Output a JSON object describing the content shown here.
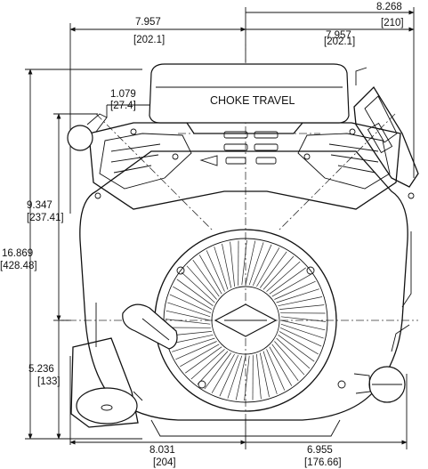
{
  "drawing": {
    "label_choke": "CHOKE TRAVEL",
    "dims": {
      "top_left_in": "7.957",
      "top_left_mm": "[202.1]",
      "top_right_in": "7.957",
      "top_right_mm": "[202.1]",
      "top_far_in": "8.268",
      "top_far_mm": "[210]",
      "choke_in": "1.079",
      "choke_mm": "[27.4]",
      "height_mid_in": "9.347",
      "height_mid_mm": "[237.41]",
      "height_total_in": "16.869",
      "height_total_mm": "[428.48]",
      "height_low_in": "5.236",
      "height_low_mm": "[133]",
      "bottom_left_in": "8.031",
      "bottom_left_mm": "[204]",
      "bottom_right_in": "6.955",
      "bottom_right_mm": "[176.66]"
    }
  }
}
